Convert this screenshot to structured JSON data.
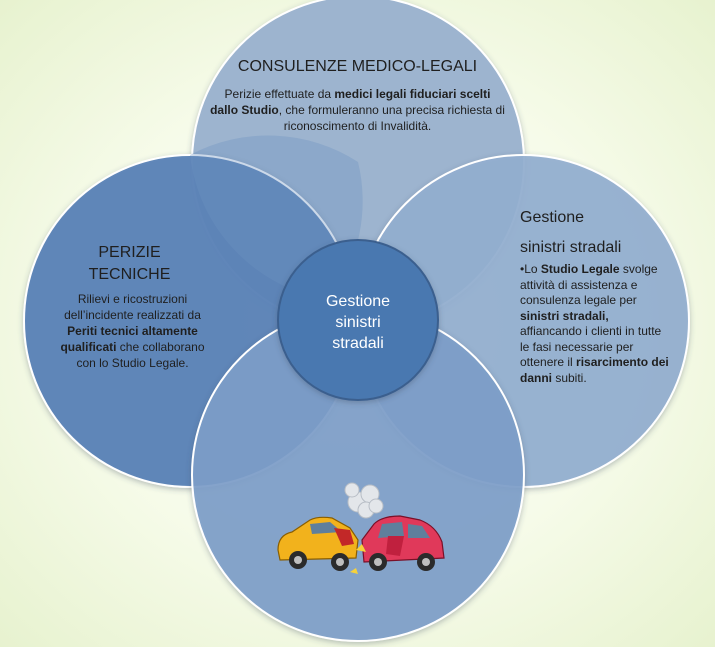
{
  "colors": {
    "circle_top": "#9db4cf",
    "circle_left": "#5c83b7",
    "circle_right": "#94afd0",
    "circle_bottom": "#7d9fca",
    "center": "#4a78b0",
    "outline": "#ffffff"
  },
  "top": {
    "title": "CONSULENZE MEDICO-LEGALI",
    "body_pre": "Perizie effettuate da ",
    "body_bold": "medici legali fiduciari scelti dallo Studio",
    "body_post": ", che formuleranno una precisa richiesta di riconoscimento di Invalidità."
  },
  "left": {
    "title_line1": "PERIZIE",
    "title_line2": "TECNICHE",
    "body_pre": "Rilievi e ricostruzioni dell’incidente realizzati da ",
    "body_bold": "Periti tecnici altamente qualificati",
    "body_post": " che collaborano con lo Studio Legale."
  },
  "center": {
    "line1": "Gestione",
    "line2": "sinistri",
    "line3": "stradali"
  },
  "right": {
    "title_line1": "Gestione",
    "title_line2": "sinistri stradali",
    "bullet": "•",
    "body_1": "Lo ",
    "body_2_bold": "Studio Legale",
    "body_3": " svolge attività di assistenza e consulenza legale per ",
    "body_4_bold": "sinistri stradali,",
    "body_5": " affiancando i clienti in tutte le fasi necessarie per ottenere il ",
    "body_6_bold": "risarcimento dei danni",
    "body_7": " subiti."
  },
  "bottom": {
    "image": "car-crash-icon"
  }
}
